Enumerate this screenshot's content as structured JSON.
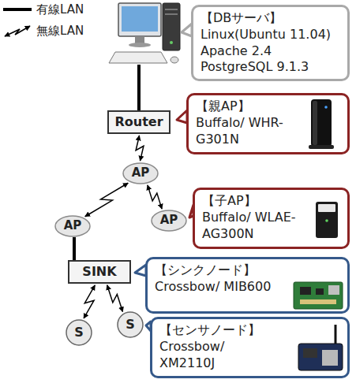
{
  "diagram": {
    "nodes": [
      {
        "text": [
          "【DBサーバ】",
          "Linux(Ubuntu 11.04)",
          "Apache 2.4",
          "PostgreSQL 9.1.3"
        ]
      },
      {
        "text": [
          "Router"
        ]
      },
      {
        "text": [
          "【親AP】",
          "Buffalo/ WHR-G301N"
        ]
      },
      {
        "text": [
          "AP"
        ]
      },
      {
        "text": [
          "AP"
        ]
      },
      {
        "text": [
          "AP"
        ]
      },
      {
        "text": [
          "【子AP】",
          "Buffalo/ WLAE-AG300N"
        ]
      },
      {
        "text": [
          "SINK"
        ]
      },
      {
        "text": [
          "【シンクノード】",
          "Crossbow/ MIB600"
        ]
      },
      {
        "text": [
          "S"
        ]
      },
      {
        "text": [
          "S"
        ]
      },
      {
        "text": [
          "【センサノード】",
          "Crossbow/ XM2110J"
        ]
      }
    ],
    "edges": [
      {
        "from": 1,
        "to": 3,
        "arrow": "both"
      },
      {
        "from": 3,
        "to": 4,
        "arrow": "both"
      },
      {
        "from": 3,
        "to": 5,
        "arrow": "both"
      },
      {
        "from": 4,
        "to": 7,
        "arrow": "none"
      },
      {
        "from": 7,
        "to": 9,
        "arrow": "both"
      },
      {
        "from": 7,
        "to": 10,
        "arrow": "both"
      }
    ],
    "legend": [
      {
        "text": "有線LAN"
      },
      {
        "text": "無線LAN"
      }
    ]
  }
}
